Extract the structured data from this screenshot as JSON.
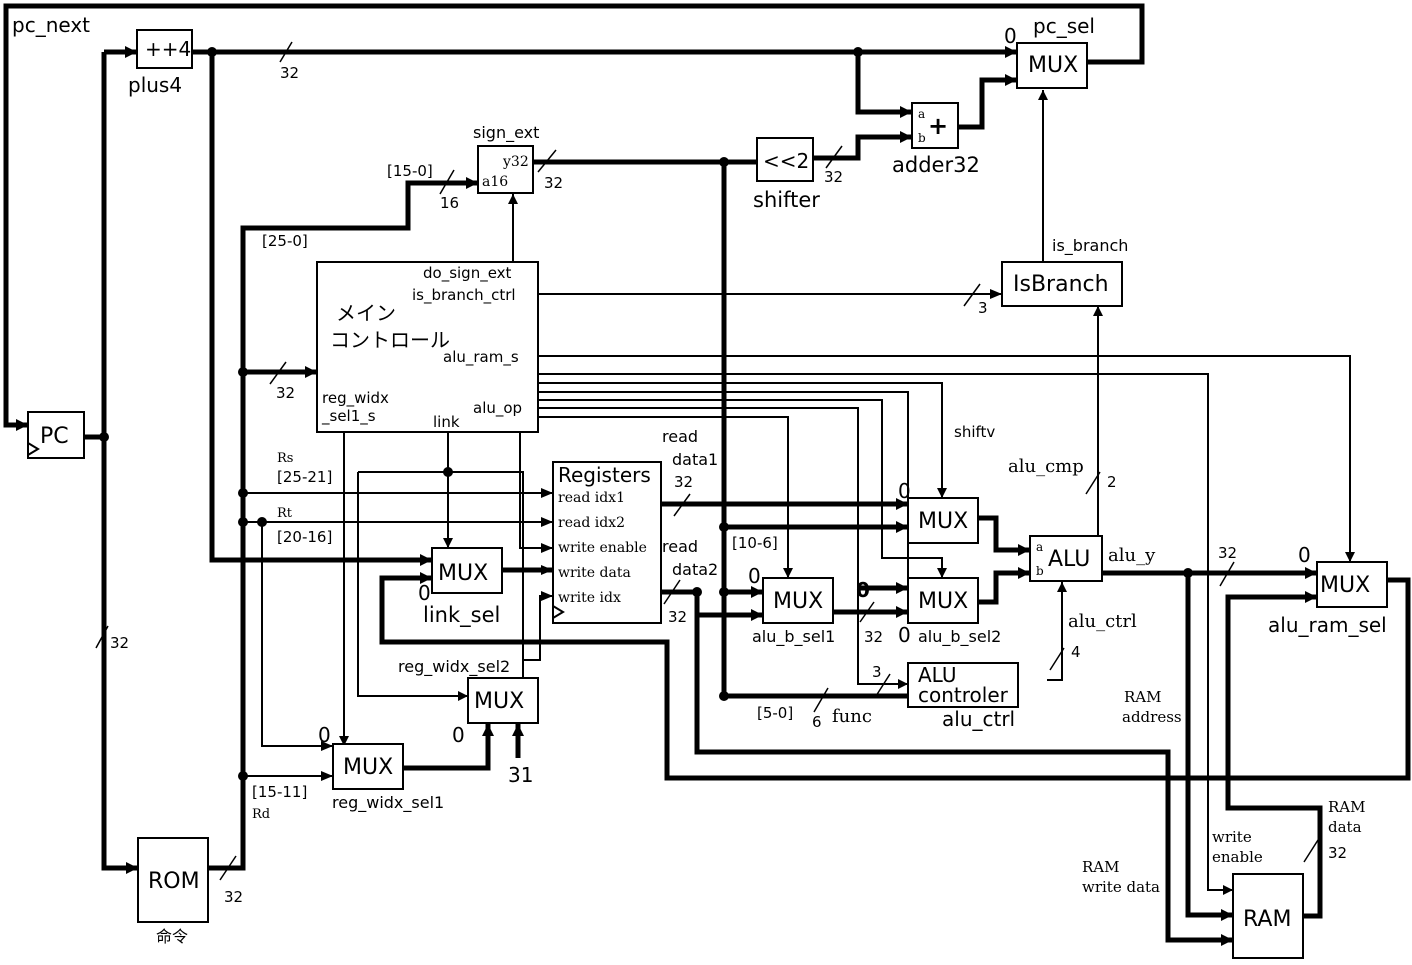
{
  "signals": {
    "pc_next": "pc_next",
    "pc_sel": "pc_sel",
    "is_branch": "is_branch",
    "shiftv": "shiftv",
    "alu_cmp": "alu_cmp",
    "alu_y": "alu_y",
    "alu_ctrl": "alu_ctrl",
    "func": "func",
    "link": "link",
    "read_data1": [
      "read",
      "data1"
    ],
    "read_data2": [
      "read",
      "data2"
    ],
    "ram_address": [
      "RAM",
      "address"
    ],
    "ram_data": [
      "RAM",
      "data"
    ],
    "ram_write_data": [
      "RAM",
      "write data"
    ],
    "write_enable": [
      "write",
      "enable"
    ],
    "rs": "Rs",
    "rt": "Rt",
    "rd": "Rd"
  },
  "blocks": {
    "pc": "PC",
    "plus4": "++4",
    "plus4_name": "plus4",
    "rom": "ROM",
    "rom_name": "命令",
    "sign_ext_name": "sign_ext",
    "sign_ext_y": "y32",
    "sign_ext_a": "a16",
    "shifter": "<<2",
    "shifter_name": "shifter",
    "adder": "+",
    "adder_a": "a",
    "adder_b": "b",
    "adder_name": "adder32",
    "pc_mux": "MUX",
    "isbranch": "IsBranch",
    "main_ctrl_title": [
      "メイン",
      "コントロール"
    ],
    "main_ctrl_ports": {
      "do_sign_ext": "do_sign_ext",
      "is_branch_ctrl": "is_branch_ctrl",
      "alu_ram_s": "alu_ram_s",
      "alu_op": "alu_op",
      "reg_widx_sel1_s": [
        "reg_widx",
        "_sel1_s"
      ]
    },
    "registers": "Registers",
    "reg_ports": [
      "read idx1",
      "read idx2",
      "write enable",
      "write data",
      "write idx"
    ],
    "mux": "MUX",
    "link_sel": "link_sel",
    "reg_widx_sel2": "reg_widx_sel2",
    "reg_widx_sel1": "reg_widx_sel1",
    "alu_b_sel1": "alu_b_sel1",
    "alu_b_sel2": "alu_b_sel2",
    "alu": "ALU",
    "alu_a": "a",
    "alu_b": "b",
    "alu_controler": [
      "ALU",
      "controler"
    ],
    "alu_ram_sel": "alu_ram_sel",
    "ram": "RAM"
  },
  "bit_labels": {
    "b15_0": "[15-0]",
    "b25_0": "[25-0]",
    "b25_21": "[25-21]",
    "b20_16": "[20-16]",
    "b15_11": "[15-11]",
    "b10_6": "[10-6]",
    "b5_0": "[5-0]"
  },
  "widths": {
    "w32": "32",
    "w16": "16",
    "w3": "3",
    "w2": "2",
    "w4": "4",
    "w6": "6"
  },
  "constants": {
    "zero": "0",
    "thirty_one": "31"
  }
}
